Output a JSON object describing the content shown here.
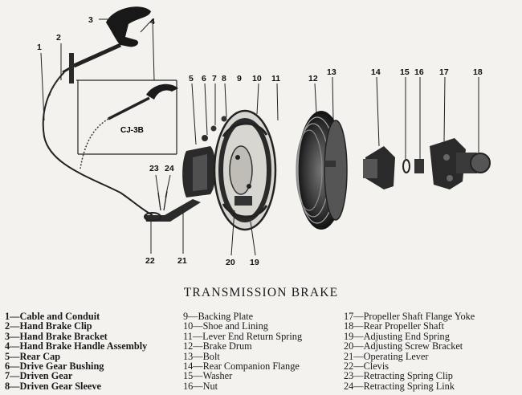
{
  "figure": {
    "title": "TRANSMISSION BRAKE",
    "inset_label": "CJ-3B",
    "callouts": [
      "1",
      "2",
      "3",
      "4",
      "5",
      "6",
      "7",
      "8",
      "9",
      "10",
      "11",
      "12",
      "13",
      "14",
      "15",
      "16",
      "17",
      "18",
      "19",
      "20",
      "21",
      "22",
      "23",
      "24"
    ]
  },
  "legend": {
    "column_1": [
      "1—Cable and Conduit",
      "2—Hand Brake Clip",
      "3—Hand Brake Bracket",
      "4—Hand Brake Handle Assembly",
      "5—Rear Cap",
      "6—Drive Gear Bushing",
      "7—Driven Gear",
      "8—Driven Gear Sleeve"
    ],
    "column_2": [
      "9—Backing Plate",
      "10—Shoe and Lining",
      "11—Lever End Return Spring",
      "12—Brake Drum",
      "13—Bolt",
      "14—Rear Companion Flange",
      "15—Washer",
      "16—Nut"
    ],
    "column_3": [
      "17—Propeller Shaft Flange Yoke",
      "18—Rear Propeller Shaft",
      "19—Adjusting End Spring",
      "20—Adjusting Screw Bracket",
      "21—Operating Lever",
      "22—Clevis",
      "23—Retracting Spring Clip",
      "24—Retracting Spring Link"
    ]
  }
}
